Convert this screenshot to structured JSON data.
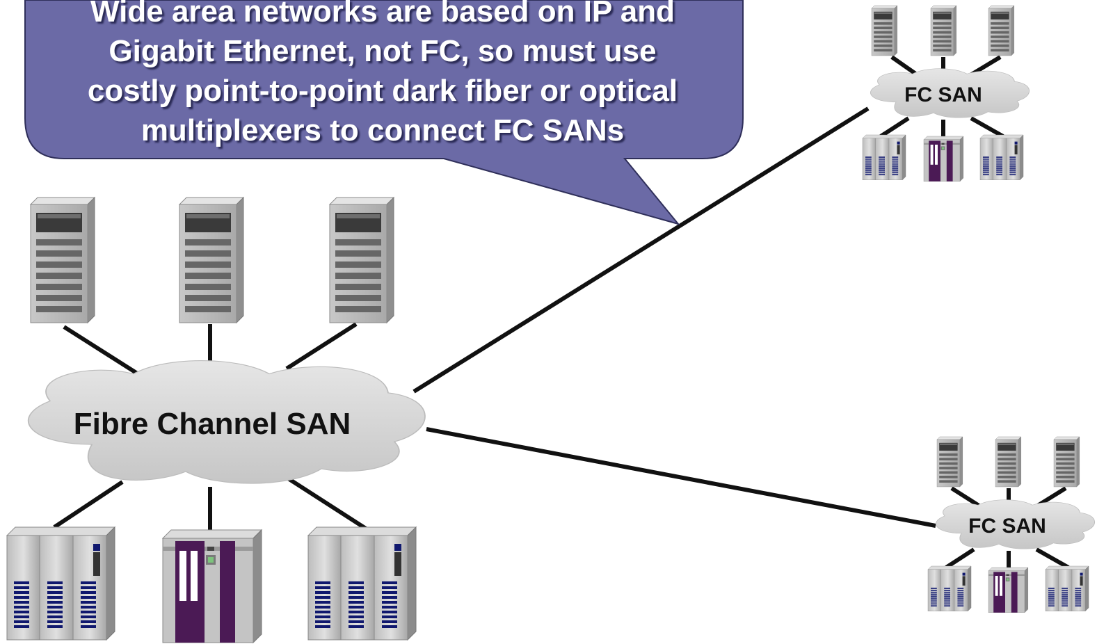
{
  "callout": {
    "line1": "Wide area networks are based on IP and",
    "line2": "Gigabit Ethernet, not FC, so must use",
    "line3": "costly point-to-point dark fiber or optical",
    "line4": "multiplexers to connect FC SANs"
  },
  "main_san": {
    "label": "Fibre Channel SAN"
  },
  "remote_san_top": {
    "label": "FC SAN"
  },
  "remote_san_bottom": {
    "label": "FC SAN"
  },
  "colors": {
    "callout_fill": "#6b6aa6",
    "callout_border": "#2f2f5a",
    "cloud_fill": "#d4d4d4",
    "link_line": "#111111",
    "storage_accent": "#10186e",
    "tape_accent": "#4b1a55"
  }
}
